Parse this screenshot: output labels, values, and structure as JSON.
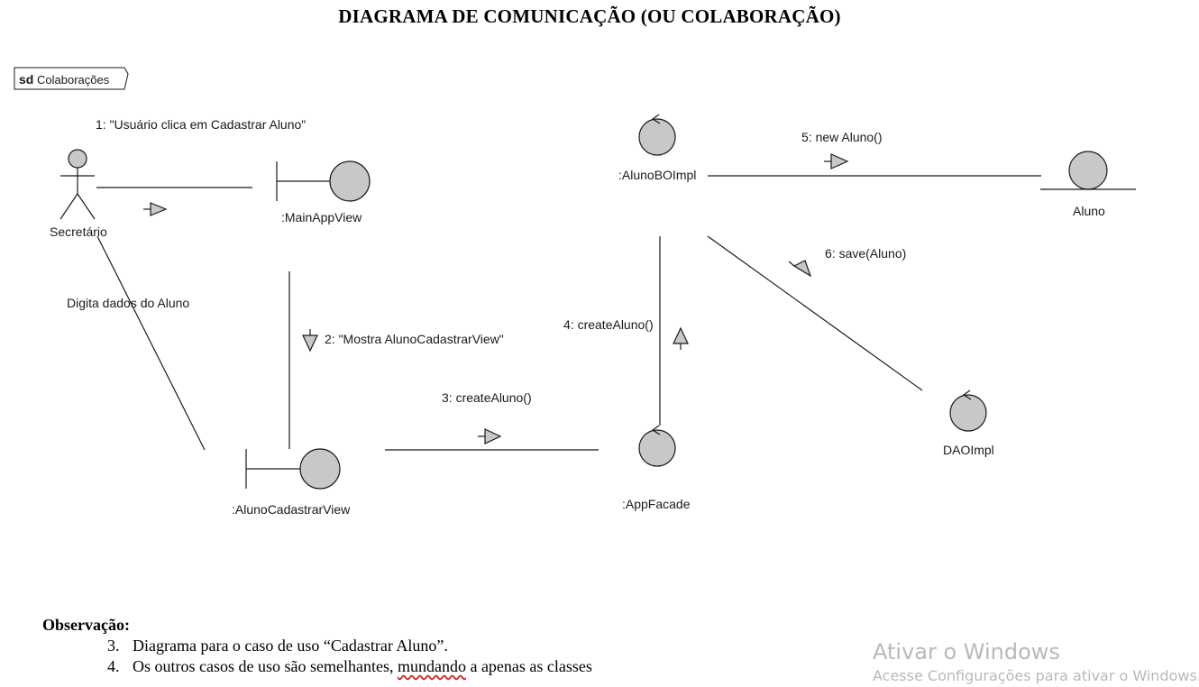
{
  "title": "DIAGRAMA DE COMUNICAÇÃO (OU COLABORAÇÃO)",
  "frame": {
    "keyword": "sd",
    "name": "Colaborações"
  },
  "actor": {
    "name": "Secretário"
  },
  "objects": {
    "main_app_view": ":MainAppView",
    "aluno_cadastrar_view": ":AlunoCadastrarView",
    "app_facade": ":AppFacade",
    "aluno_bo_impl": ":AlunoBOImpl",
    "aluno": "Aluno",
    "dao_impl": "DAOImpl"
  },
  "messages": {
    "m1": "1: \"Usuário clica em Cadastrar Aluno\"",
    "m_digita": "Digita dados do Aluno",
    "m2": "2: \"Mostra AlunoCadastrarView\"",
    "m3": "3: createAluno()",
    "m4": "4: createAluno()",
    "m5": "5: new Aluno()",
    "m6": "6: save(Aluno)"
  },
  "observacao": {
    "heading": "Observação:",
    "item1": "Diagrama para o caso de uso “Cadastrar Aluno”.",
    "item2_before": "Os outros casos de uso são semelhantes, ",
    "item2_squiggle": "mundando",
    "item2_after": " a apenas as classes"
  },
  "watermark": {
    "title": "Ativar o Windows",
    "subtitle": "Acesse Configurações para ativar o Windows."
  },
  "colors": {
    "shape_fill": "#c8c8c8",
    "line": "#1a1a1a"
  }
}
